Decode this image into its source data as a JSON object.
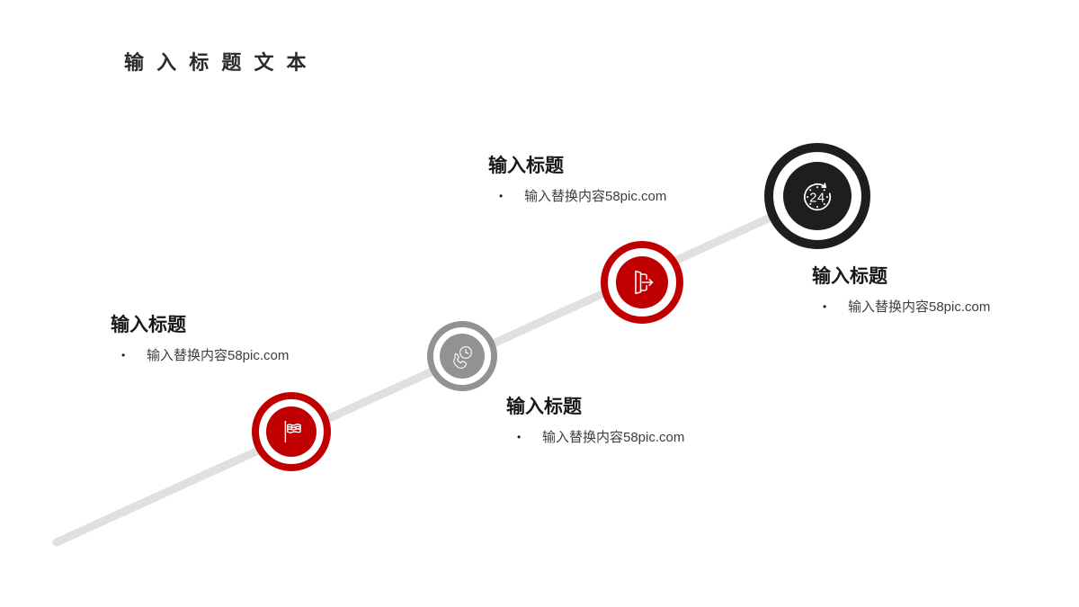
{
  "slide_title": "输 入 标 题 文 本",
  "bullet_char": "•",
  "colors": {
    "red": "#C00000",
    "gray": "#929292",
    "dark": "#1E1E1E",
    "line": "#E0E0E0",
    "icon_stroke": "#FFFFFF"
  },
  "nodes": [
    {
      "title": "输入标题",
      "bullet": "输入替换内容58pic.com",
      "icon": "flag-icon",
      "color": "#C00000"
    },
    {
      "title": "输入标题",
      "bullet": "输入替换内容58pic.com",
      "icon": "phone-time-icon",
      "color": "#929292"
    },
    {
      "title": "输入标题",
      "bullet": "输入替换内容58pic.com",
      "icon": "door-exit-icon",
      "color": "#C00000"
    },
    {
      "title": "输入标题",
      "bullet": "输入替换内容58pic.com",
      "icon": "clock-24-icon",
      "color": "#1E1E1E",
      "icon_text": "24"
    }
  ]
}
